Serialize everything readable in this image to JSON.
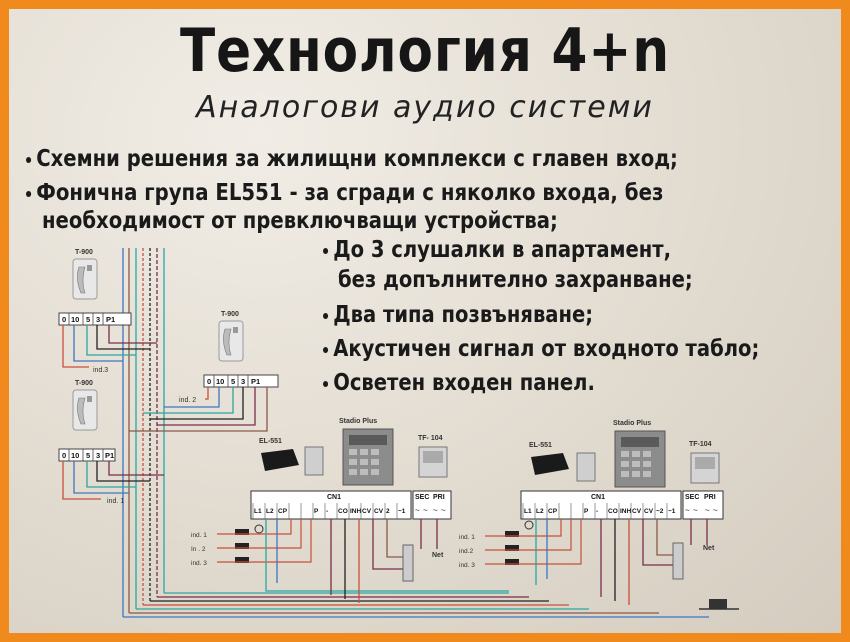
{
  "header": {
    "title": "Технология 4+n",
    "subtitle": "Аналогови аудио системи"
  },
  "bullets": {
    "b1": "Схемни решения за жилищни комплекси с главен вход;",
    "b2_line1": "Фонична група EL551 - за сгради с няколко входа, без",
    "b2_line2": "необходимост от превключващи устройства;",
    "b3_line1": "До 3 слушалки в апартамент,",
    "b3_line2": "без допълнително захранване;",
    "b4": "Два типа позвъняване;",
    "b5": "Акустичен сигнал от входното табло;",
    "b6": "Осветен входен панел."
  },
  "diagram": {
    "handset_label": "T-900",
    "terminals": [
      "0",
      "10",
      "5",
      "3",
      "P1"
    ],
    "ind3": "ind.3",
    "ind2": "ind. 2",
    "ind1": "ind. 1",
    "stadio": "Stadio Plus",
    "el551": "EL-551",
    "tf104_a": "TF- 104",
    "tf104_b": "TF-104",
    "cn1": "CN1",
    "cn1_terms_a": [
      "L1",
      "L2",
      "CP",
      "",
      "",
      "P",
      "-",
      "CO",
      "INH",
      "CV",
      "CV",
      "2",
      "~1"
    ],
    "cn1_terms_b": [
      "L1",
      "L2",
      "CP",
      "",
      "",
      "P",
      "-",
      "CO",
      "INH",
      "CV",
      "CV",
      "~2",
      "~1"
    ],
    "sec": "SEC",
    "pri": "PRI",
    "net": "Net",
    "coil_a": [
      "ind. 1",
      "In . 2",
      "ind. 3"
    ],
    "coil_b": [
      "ind. 1",
      "ind.2",
      "ind. 3"
    ]
  },
  "colors": {
    "frame": "#f08a1c",
    "wire_red": "#c8503a",
    "wire_blue": "#3d76c0",
    "wire_teal": "#2aa7a0",
    "wire_purple": "#7a2e4a",
    "wire_brown": "#8b5a48",
    "wire_black": "#1e1e1e"
  }
}
